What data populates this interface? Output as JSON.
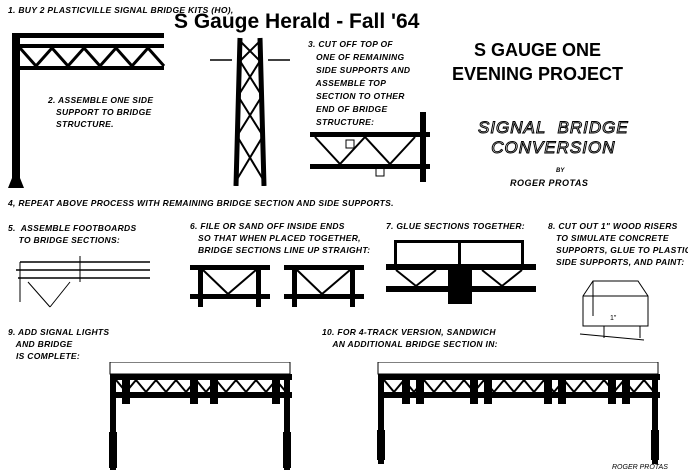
{
  "header": {
    "title": "S Gauge Herald - Fall '64",
    "project": "S GAUGE ONE\nEVENING PROJECT",
    "article_title": "SIGNAL  BRIDGE\nCONVERSION",
    "by": "BY",
    "author": "ROGER  PROTAS"
  },
  "steps": [
    {
      "text": "1. BUY 2 PLASTICVILLE SIGNAL BRIDGE KITS (HO),"
    },
    {
      "text": "2. ASSEMBLE ONE SIDE\n   SUPPORT TO BRIDGE\n   STRUCTURE."
    },
    {
      "text": "3. CUT OFF TOP OF\n   ONE OF REMAINING\n   SIDE SUPPORTS AND\n   ASSEMBLE TOP\n   SECTION TO OTHER\n   END OF BRIDGE\n   STRUCTURE:"
    },
    {
      "text": "4, REPEAT ABOVE PROCESS WITH REMAINING BRIDGE SECTION AND SIDE SUPPORTS."
    },
    {
      "text": "5.  ASSEMBLE FOOTBOARDS\n    TO BRIDGE SECTIONS:"
    },
    {
      "text": "6. FILE OR SAND OFF INSIDE ENDS\n   SO THAT WHEN PLACED TOGETHER,\n   BRIDGE SECTIONS LINE UP STRAIGHT:"
    },
    {
      "text": "7. GLUE SECTIONS TOGETHER:"
    },
    {
      "text": "8. CUT OUT 1\" WOOD RISERS\n   TO SIMULATE CONCRETE\n   SUPPORTS, GLUE TO PLASTIC\n   SIDE SUPPORTS, AND PAINT:"
    },
    {
      "text": "9. ADD SIGNAL LIGHTS\n   AND BRIDGE\n   IS COMPLETE:"
    },
    {
      "text": "10. FOR 4-TRACK VERSION, SANDWICH\n    AN ADDITIONAL BRIDGE SECTION IN:"
    }
  ],
  "labels": {
    "riser_dim": "1\""
  },
  "signature": "ROGER   PROTAS"
}
